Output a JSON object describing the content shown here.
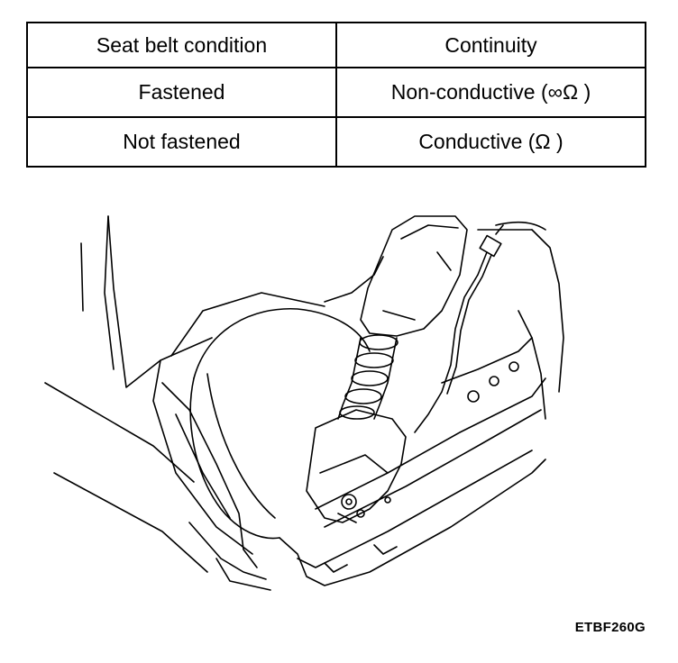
{
  "table": {
    "headers": [
      "Seat belt condition",
      "Continuity"
    ],
    "rows": [
      [
        "Fastened",
        "Non-conductive (∞Ω )"
      ],
      [
        "Not fastened",
        "Conductive (Ω )"
      ]
    ]
  },
  "figure": {
    "code": "ETBF260G",
    "subject": "seat-belt-buckle-switch-illustration"
  }
}
